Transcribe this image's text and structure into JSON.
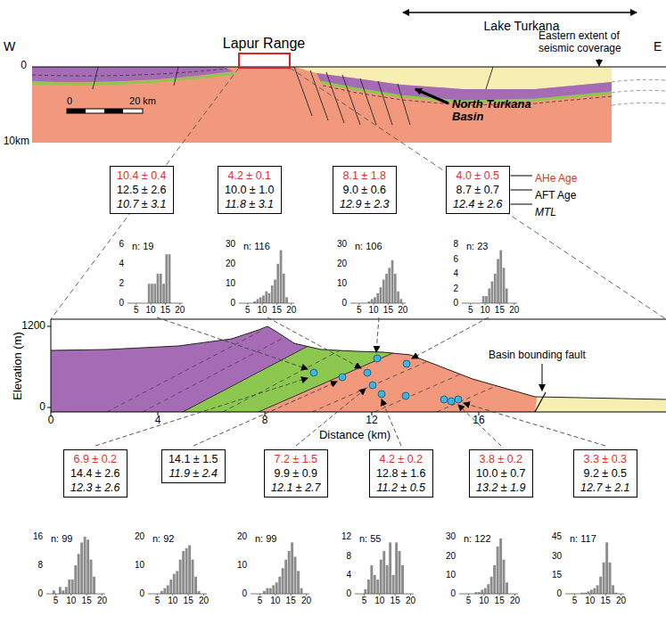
{
  "diagram": {
    "nodes": [
      {
        "text": [
          "10.4 ± 0.4",
          "12.5 ± 2.6",
          "10.7 ± 3.1"
        ]
      },
      {
        "text": [
          "4.2 ± 0.1",
          "10.0 ± 1.0",
          "11.8 ± 3.1"
        ]
      },
      {
        "text": [
          "8.1 ± 1.8",
          "9.0 ± 0.6",
          "12.9 ± 2.3"
        ]
      },
      {
        "text": [
          "4.0 ± 0.5",
          "8.7 ± 0.7",
          "12.4 ± 2.6"
        ]
      },
      {
        "text": [
          "6.9 ± 0.2",
          "14.4 ± 2.6",
          "12.3 ± 2.6"
        ]
      },
      {
        "text": [
          "14.1 ± 1.5",
          "11.9 ± 2.4"
        ]
      },
      {
        "text": [
          "7.2 ± 1.5",
          "9.9 ± 0.9",
          "12.1 ± 2.7"
        ]
      },
      {
        "text": [
          "4.2 ± 0.2",
          "12.8 ± 1.6",
          "11.2 ± 0.5"
        ]
      },
      {
        "text": [
          "3.8 ± 0.2",
          "10.0 ± 0.7",
          "13.2 ± 1.9"
        ]
      },
      {
        "text": [
          "3.3 ± 0.3",
          "9.2 ± 0.5",
          "12.7 ± 2.1"
        ]
      }
    ],
    "labels": [
      "W",
      "E",
      "0",
      "10km",
      "Lapur Range",
      "Lake Turkana",
      "Eastern extent of seismic coverage",
      "North Turkana Basin",
      "0",
      "20 km",
      "AHe Age",
      "AFT Age",
      "MTL",
      "1200",
      "0",
      "Elevation (m)",
      "0",
      "4",
      "8",
      "12",
      "16",
      "Distance (km)",
      "Basin bounding fault",
      "n: 19",
      "6",
      "4",
      "2",
      "0",
      "5",
      "10",
      "15",
      "20",
      "n: 116",
      "30",
      "20",
      "10",
      "0",
      "5",
      "10",
      "15",
      "20",
      "n: 106",
      "30",
      "20",
      "10",
      "0",
      "5",
      "10",
      "15",
      "20",
      "n: 23",
      "8",
      "6",
      "4",
      "2",
      "0",
      "5",
      "10",
      "15",
      "20",
      "n: 99",
      "16",
      "8",
      "0",
      "5",
      "10",
      "15",
      "20",
      "n: 92",
      "20",
      "10",
      "0",
      "5",
      "10",
      "15",
      "20",
      "n: 99",
      "20",
      "10",
      "0",
      "5",
      "10",
      "15",
      "20",
      "n: 55",
      "12",
      "8",
      "4",
      "0",
      "5",
      "10",
      "15",
      "20",
      "n: 122",
      "30",
      "20",
      "10",
      "0",
      "5",
      "10",
      "15",
      "20",
      "n: 117",
      "45",
      "30",
      "15",
      "0",
      "5",
      "10",
      "15",
      "20"
    ]
  }
}
